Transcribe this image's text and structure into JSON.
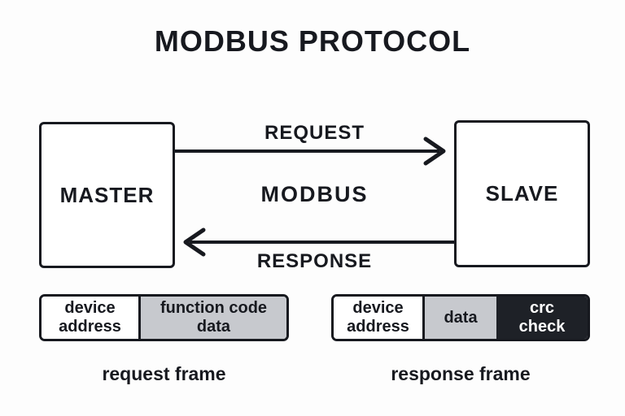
{
  "title": "MODBUS PROTOCOL",
  "nodes": {
    "master": "MASTER",
    "slave": "SLAVE"
  },
  "flows": {
    "request": "REQUEST",
    "bus": "MODBUS",
    "response": "RESPONSE"
  },
  "frames": {
    "request": {
      "caption": "request frame",
      "fields": [
        {
          "text": "device\naddress",
          "variant": "white"
        },
        {
          "text": "function code\ndata",
          "variant": "gray"
        }
      ]
    },
    "response": {
      "caption": "response frame",
      "fields": [
        {
          "text": "device\naddress",
          "variant": "white"
        },
        {
          "text": "data",
          "variant": "gray"
        },
        {
          "text": "crc\ncheck",
          "variant": "dark"
        }
      ]
    }
  },
  "colors": {
    "ink": "#17191f",
    "gray_fill": "#c7c9ce",
    "dark_fill": "#1e2127",
    "background": "#fdfdfd"
  }
}
